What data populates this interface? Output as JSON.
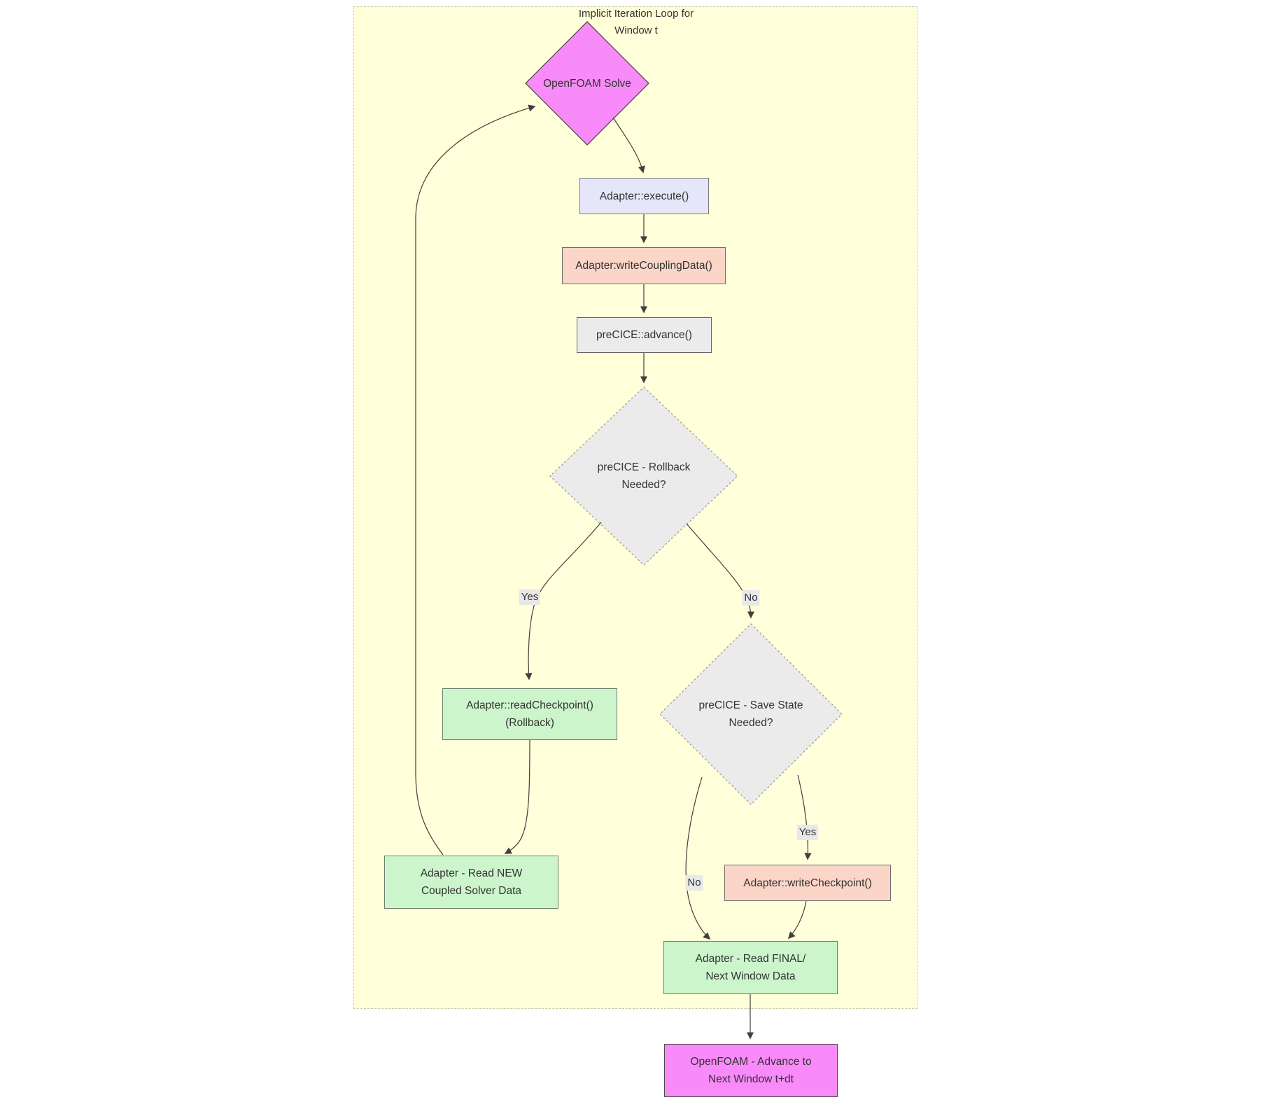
{
  "diagram": {
    "subgraph": {
      "title_line1": "Implicit Iteration Loop for",
      "title_line2": "Window t"
    },
    "nodes": {
      "openfoam_solve": {
        "label": "OpenFOAM Solve",
        "shape": "diamond",
        "color": "magenta"
      },
      "adapter_execute": {
        "label": "Adapter::execute()",
        "shape": "rect",
        "color": "lavender"
      },
      "adapter_write_coupling": {
        "label": "Adapter:writeCouplingData()",
        "shape": "rect",
        "color": "peach"
      },
      "precice_advance": {
        "label": "preCICE::advance()",
        "shape": "rect",
        "color": "gray"
      },
      "rollback_decision": {
        "line1": "preCICE - Rollback",
        "line2": "Needed?",
        "shape": "dashed-diamond",
        "color": "gray"
      },
      "adapter_read_checkpoint": {
        "line1": "Adapter::readCheckpoint()",
        "line2": "(Rollback)",
        "shape": "rect",
        "color": "green"
      },
      "save_state_decision": {
        "line1": "preCICE - Save State",
        "line2": "Needed?",
        "shape": "dashed-diamond",
        "color": "gray"
      },
      "adapter_read_new": {
        "line1": "Adapter - Read NEW",
        "line2": "Coupled Solver Data",
        "shape": "rect",
        "color": "green"
      },
      "adapter_write_checkpoint": {
        "label": "Adapter::writeCheckpoint()",
        "shape": "rect",
        "color": "peach"
      },
      "adapter_read_final": {
        "line1": "Adapter - Read FINAL/",
        "line2": "Next Window Data",
        "shape": "rect",
        "color": "green"
      },
      "openfoam_advance_next": {
        "line1": "OpenFOAM - Advance to",
        "line2": "Next Window t+dt",
        "shape": "rect",
        "color": "magenta"
      }
    },
    "edge_labels": {
      "rollback_yes": "Yes",
      "rollback_no": "No",
      "save_state_yes": "Yes",
      "save_state_no": "No"
    },
    "colors": {
      "container_fill": "#ffffd9",
      "container_border": "#c9c9ae",
      "magenta": "#f98af9",
      "lavender": "#e6e6fa",
      "peach": "#fbd5c8",
      "gray": "#ebebeb",
      "green": "#ccf5cc",
      "label_bg": "#e8e8e8",
      "edge": "#3f3f3f",
      "text": "#333333"
    }
  }
}
